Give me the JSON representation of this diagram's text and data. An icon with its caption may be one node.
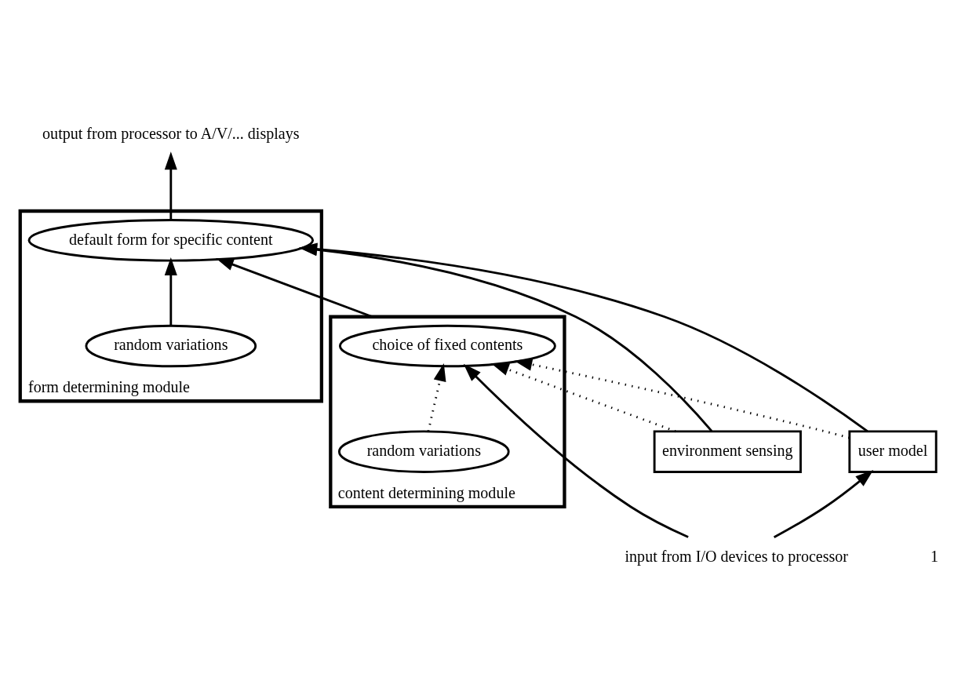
{
  "diagram": {
    "nodes": [
      {
        "text": [
          "form determining module"
        ]
      },
      {
        "text": [
          "default form for specific content"
        ],
        "in": 0
      },
      {
        "text": [
          "random variations"
        ],
        "in": 0
      },
      {
        "text": [
          "content determining module"
        ]
      },
      {
        "text": [
          "choice of fixed contents"
        ],
        "in": 3
      },
      {
        "text": [
          "random variations"
        ],
        "in": 3
      },
      {
        "text": [
          "environment sensing"
        ]
      },
      {
        "text": [
          "user model"
        ]
      },
      {
        "text": [
          "output from processor to A/V/... displays"
        ]
      },
      {
        "text": [
          "input from I/O devices to processor"
        ]
      }
    ],
    "edges": [
      {
        "from": 1,
        "to": 8,
        "arrow": "to"
      },
      {
        "from": 6,
        "to": 1,
        "arrow": "to"
      },
      {
        "from": 7,
        "to": 1,
        "arrow": "to"
      },
      {
        "from": 2,
        "to": 1,
        "arrow": "to"
      },
      {
        "from": 3,
        "to": 1,
        "arrow": "to"
      },
      {
        "from": 6,
        "to": 4,
        "arrow": "to",
        "style": "dashed"
      },
      {
        "from": 7,
        "to": 4,
        "arrow": "to",
        "style": "dashed"
      },
      {
        "from": 5,
        "to": 4,
        "arrow": "to",
        "style": "dashed"
      },
      {
        "from": 9,
        "to": 4,
        "arrow": "to"
      },
      {
        "from": 9,
        "to": 7,
        "arrow": "to"
      }
    ],
    "labels": [
      "1"
    ]
  }
}
